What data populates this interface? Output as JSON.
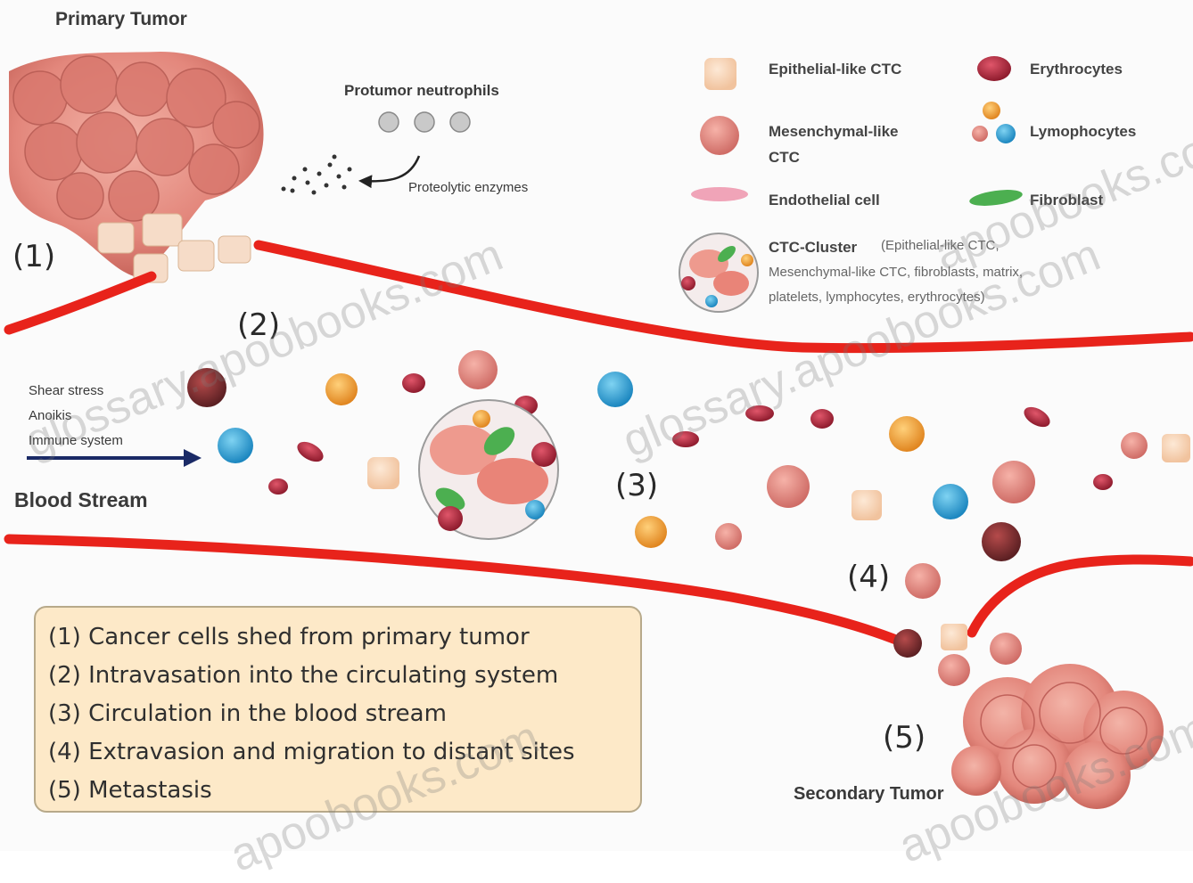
{
  "titles": {
    "primary_tumor": "Primary Tumor",
    "secondary_tumor": "Secondary Tumor",
    "blood_stream": "Blood Stream",
    "protumor_neutrophils": "Protumor neutrophils",
    "proteolytic_enzymes": "Proteolytic enzymes",
    "stressors": [
      "Shear stress",
      "Anoikis",
      "Immune system"
    ]
  },
  "step_markers": [
    "(1)",
    "(2)",
    "(3)",
    "(4)",
    "(5)"
  ],
  "legend": {
    "epithelial_ctc": "Epithelial-like CTC",
    "erythrocytes": "Erythrocytes",
    "mesenchymal_ctc_line1": "Mesenchymal-like",
    "mesenchymal_ctc_line2": "CTC",
    "lymphocytes": "Lymophocytes",
    "endothelial_cell": "Endothelial cell",
    "fibroblast": "Fibroblast",
    "ctc_cluster_title": "CTC-Cluster",
    "ctc_cluster_desc_1": "(Epithelial-like CTC,",
    "ctc_cluster_desc_2": "Mesenchymal-like CTC, fibroblasts, matrix,",
    "ctc_cluster_desc_3": "platelets, lymphocytes, erythrocytes)"
  },
  "steps": [
    "(1) Cancer cells shed from primary tumor",
    "(2) Intravasation into the circulating system",
    "(3) Circulation in the blood stream",
    "(4) Extravasion and migration to distant sites",
    "(5) Metastasis"
  ],
  "watermarks": [
    "glossary.apoobooks.com",
    "glossary.apoobooks.com",
    "apoobooks.com",
    "apoobooks.com",
    "apoobooks.com"
  ],
  "colors": {
    "vessel": "#e8231b",
    "tumor": "#e9958a",
    "erythrocyte": "#b0283a",
    "lymphocyte_blue": "#1ea1d8",
    "lymphocyte_orange": "#f0a030",
    "fibroblast": "#4caf50",
    "steps_box": "#fde9c8"
  }
}
